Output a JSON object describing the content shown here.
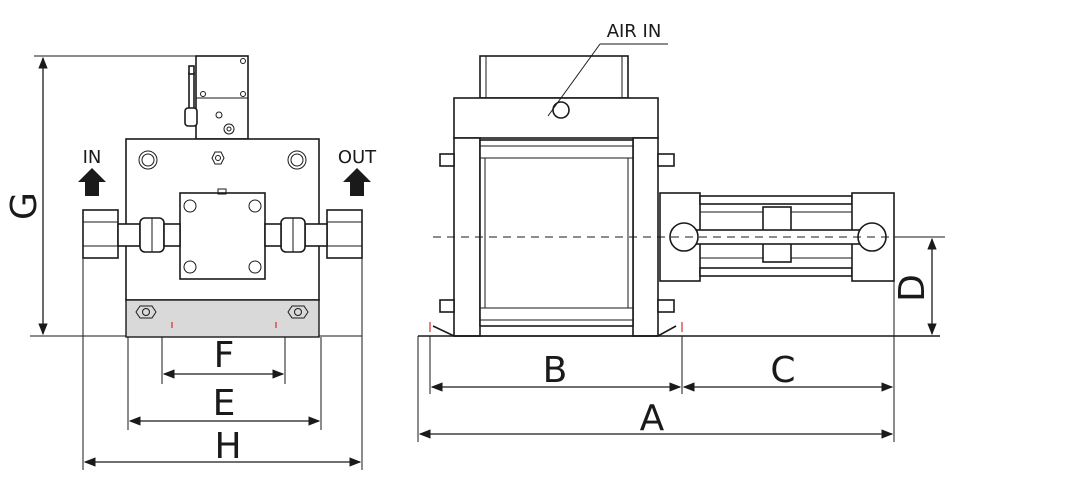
{
  "labels": {
    "in": "IN",
    "out": "OUT",
    "air_in": "AIR IN"
  },
  "dimensions": {
    "a": "A",
    "b": "B",
    "c": "C",
    "d": "D",
    "e": "E",
    "f": "F",
    "g": "G",
    "h": "H"
  },
  "colors": {
    "line": "#1a1a1a",
    "plate_fill": "#d9d9d9",
    "reference_tick": "#d03030"
  },
  "icons": [
    "in-arrow-icon",
    "out-arrow-icon"
  ]
}
